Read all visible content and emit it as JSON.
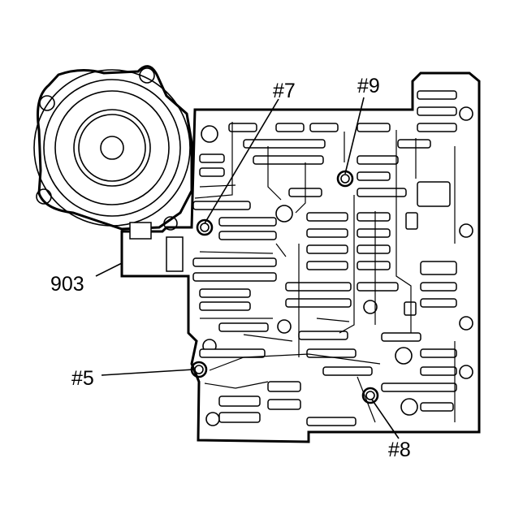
{
  "diagram": {
    "callouts": {
      "part_number": "903",
      "ball_5": "#5",
      "ball_7": "#7",
      "ball_8": "#8",
      "ball_9": "#9"
    }
  }
}
